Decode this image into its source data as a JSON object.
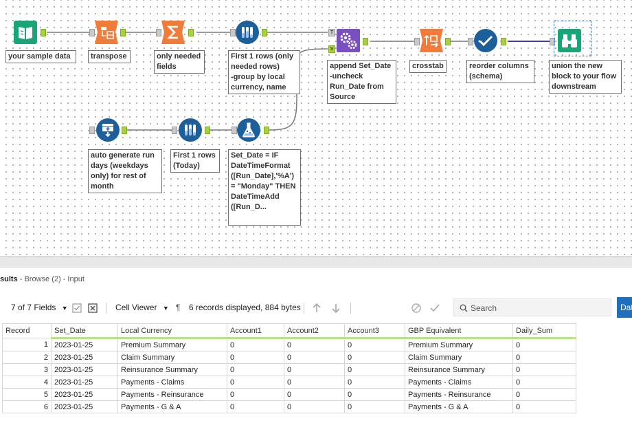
{
  "canvas": {
    "tools": [
      {
        "id": "input",
        "icon": "book-input-icon",
        "label": "your sample data"
      },
      {
        "id": "transpose",
        "icon": "transpose-icon",
        "label": "transpose"
      },
      {
        "id": "summarize",
        "icon": "summarize-sigma-icon",
        "label": "only needed fields"
      },
      {
        "id": "sample1",
        "icon": "sample-tubes-icon",
        "label": "First 1 rows (only needed rows)\n-group by local currency, name"
      },
      {
        "id": "append",
        "icon": "append-gears-icon",
        "label": "append Set_Date\n-uncheck Run_Date from Source"
      },
      {
        "id": "crosstab",
        "icon": "crosstab-icon",
        "label": "crosstab"
      },
      {
        "id": "select",
        "icon": "select-check-icon",
        "label": "reorder columns (schema)"
      },
      {
        "id": "browse",
        "icon": "browse-binoculars-icon",
        "label": "union the new block to your flow downstream"
      },
      {
        "id": "generate",
        "icon": "generate-rows-icon",
        "label": "auto generate run days (weekdays only) for rest of month"
      },
      {
        "id": "sample2",
        "icon": "sample-tubes-icon",
        "label": "First 1 rows (Today)"
      },
      {
        "id": "formula",
        "icon": "formula-flask-icon",
        "label": "Set_Date = IF DateTimeFormat ([Run_Date],'%A') = \"Monday\" THEN DateTimeAdd ([Run_D..."
      }
    ],
    "append_anchor_t": "T",
    "append_anchor_s": "S"
  },
  "results": {
    "title_partial": "sults",
    "subtitle": " - Browse (2) - Input",
    "fields_label": "7 of 7 Fields",
    "viewer_label": "Cell Viewer",
    "records_info": "6 records displayed, 884 bytes",
    "search_placeholder": "Search",
    "data_button": "Data"
  },
  "table": {
    "columns": [
      "Record",
      "Set_Date",
      "Local Currency",
      "Account1",
      "Account2",
      "Account3",
      "GBP Equivalent",
      "Daily_Sum"
    ],
    "rows": [
      [
        "1",
        "2023-01-25",
        "Premium Summary",
        "0",
        "0",
        "0",
        "Premium Summary",
        "0"
      ],
      [
        "2",
        "2023-01-25",
        "Claim Summary",
        "0",
        "0",
        "0",
        "Claim Summary",
        "0"
      ],
      [
        "3",
        "2023-01-25",
        "Reinsurance Summary",
        "0",
        "0",
        "0",
        "Reinsurance Summary",
        "0"
      ],
      [
        "4",
        "2023-01-25",
        "Payments - Claims",
        "0",
        "0",
        "0",
        "Payments - Claims",
        "0"
      ],
      [
        "5",
        "2023-01-25",
        "Payments - Reinsurance",
        "0",
        "0",
        "0",
        "Payments - Reinsurance",
        "0"
      ],
      [
        "6",
        "2023-01-25",
        "Payments - G & A",
        "0",
        "0",
        "0",
        "Payments - G & A",
        "0"
      ]
    ]
  },
  "colors": {
    "input_green": "#1aa577",
    "transform_orange": "#f07c3b",
    "preparation_blue": "#1d5f9b",
    "developer_purple": "#7a4fbf",
    "connector": "#7a7a7a",
    "selected_wire": "#3c3cb5",
    "anchor_green": "#a6d23a"
  }
}
